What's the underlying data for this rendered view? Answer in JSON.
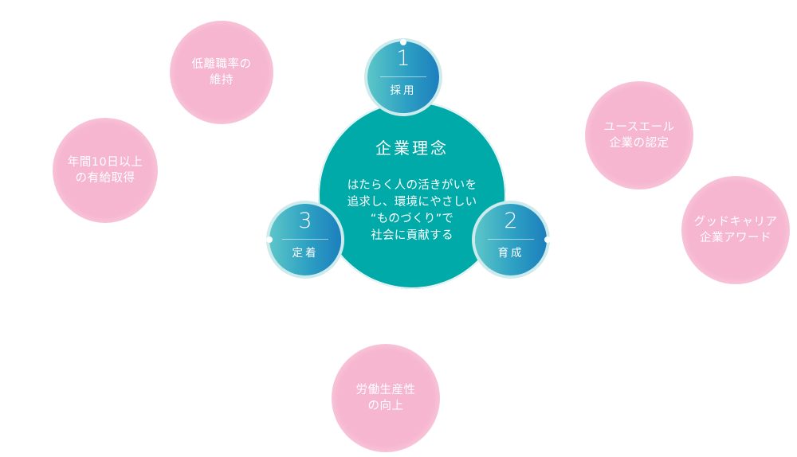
{
  "center": {
    "title": "企業理念",
    "text": "はたらく人の活きがいを\n追求し、環境にやさしい\n“ものづくり”で\n社会に貢献する"
  },
  "steps": [
    {
      "number": "1",
      "label": "採用"
    },
    {
      "number": "2",
      "label": "育成"
    },
    {
      "number": "3",
      "label": "定着"
    }
  ],
  "outcomes": {
    "low_turnover": "低離職率の\n維持",
    "paid_leave": "年間10日以上\nの有給取得",
    "youth_yell": "ユースエール\n企業の認定",
    "good_career": "グッドキャリア\n企業アワード",
    "productivity": "労働生産性\nの向上"
  },
  "colors": {
    "core": "#00aaa8",
    "node_left": "#5cc6c8",
    "node_right": "#1d7fbd",
    "pink": "#f6b6cf"
  }
}
